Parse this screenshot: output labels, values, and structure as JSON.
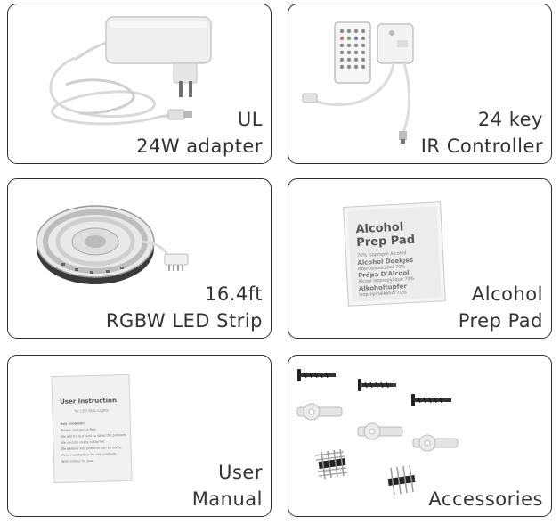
{
  "cards": [
    {
      "id": "adapter",
      "line1": "UL",
      "line2": "24W adapter"
    },
    {
      "id": "controller",
      "line1": "24 key",
      "line2": "IR Controller"
    },
    {
      "id": "strip",
      "line1": "16.4ft",
      "line2": "RGBW LED Strip"
    },
    {
      "id": "prep-pad",
      "line1": "Alcohol",
      "line2": "Prep Pad"
    },
    {
      "id": "manual",
      "line1": "User",
      "line2": "Manual"
    },
    {
      "id": "accessories",
      "line1": "",
      "line2": "Accessories"
    }
  ],
  "prep_pad_print": {
    "title_line1": "Alcohol",
    "title_line2": "Prep Pad",
    "fine_print": [
      "70% Isopropyl Alcohol",
      "Alcohol Doekjes",
      "Isopropylalcohol 70%",
      "Prépa D'Alcool",
      "Alcool Isopropylique 70%",
      "Alkoholtupfer",
      "Isopropylalkohol 70%"
    ]
  },
  "manual_print": {
    "title": "User Instruction",
    "subtitle": "for LED Strip Lights",
    "lines": [
      "Any problem:",
      "Please contact us first.",
      "We will try our best to solve the problem.",
      "We cherish every customer.",
      "We believe any problem can be solve.",
      "Please contact us for any problem.",
      "Wish smiles for you."
    ]
  }
}
